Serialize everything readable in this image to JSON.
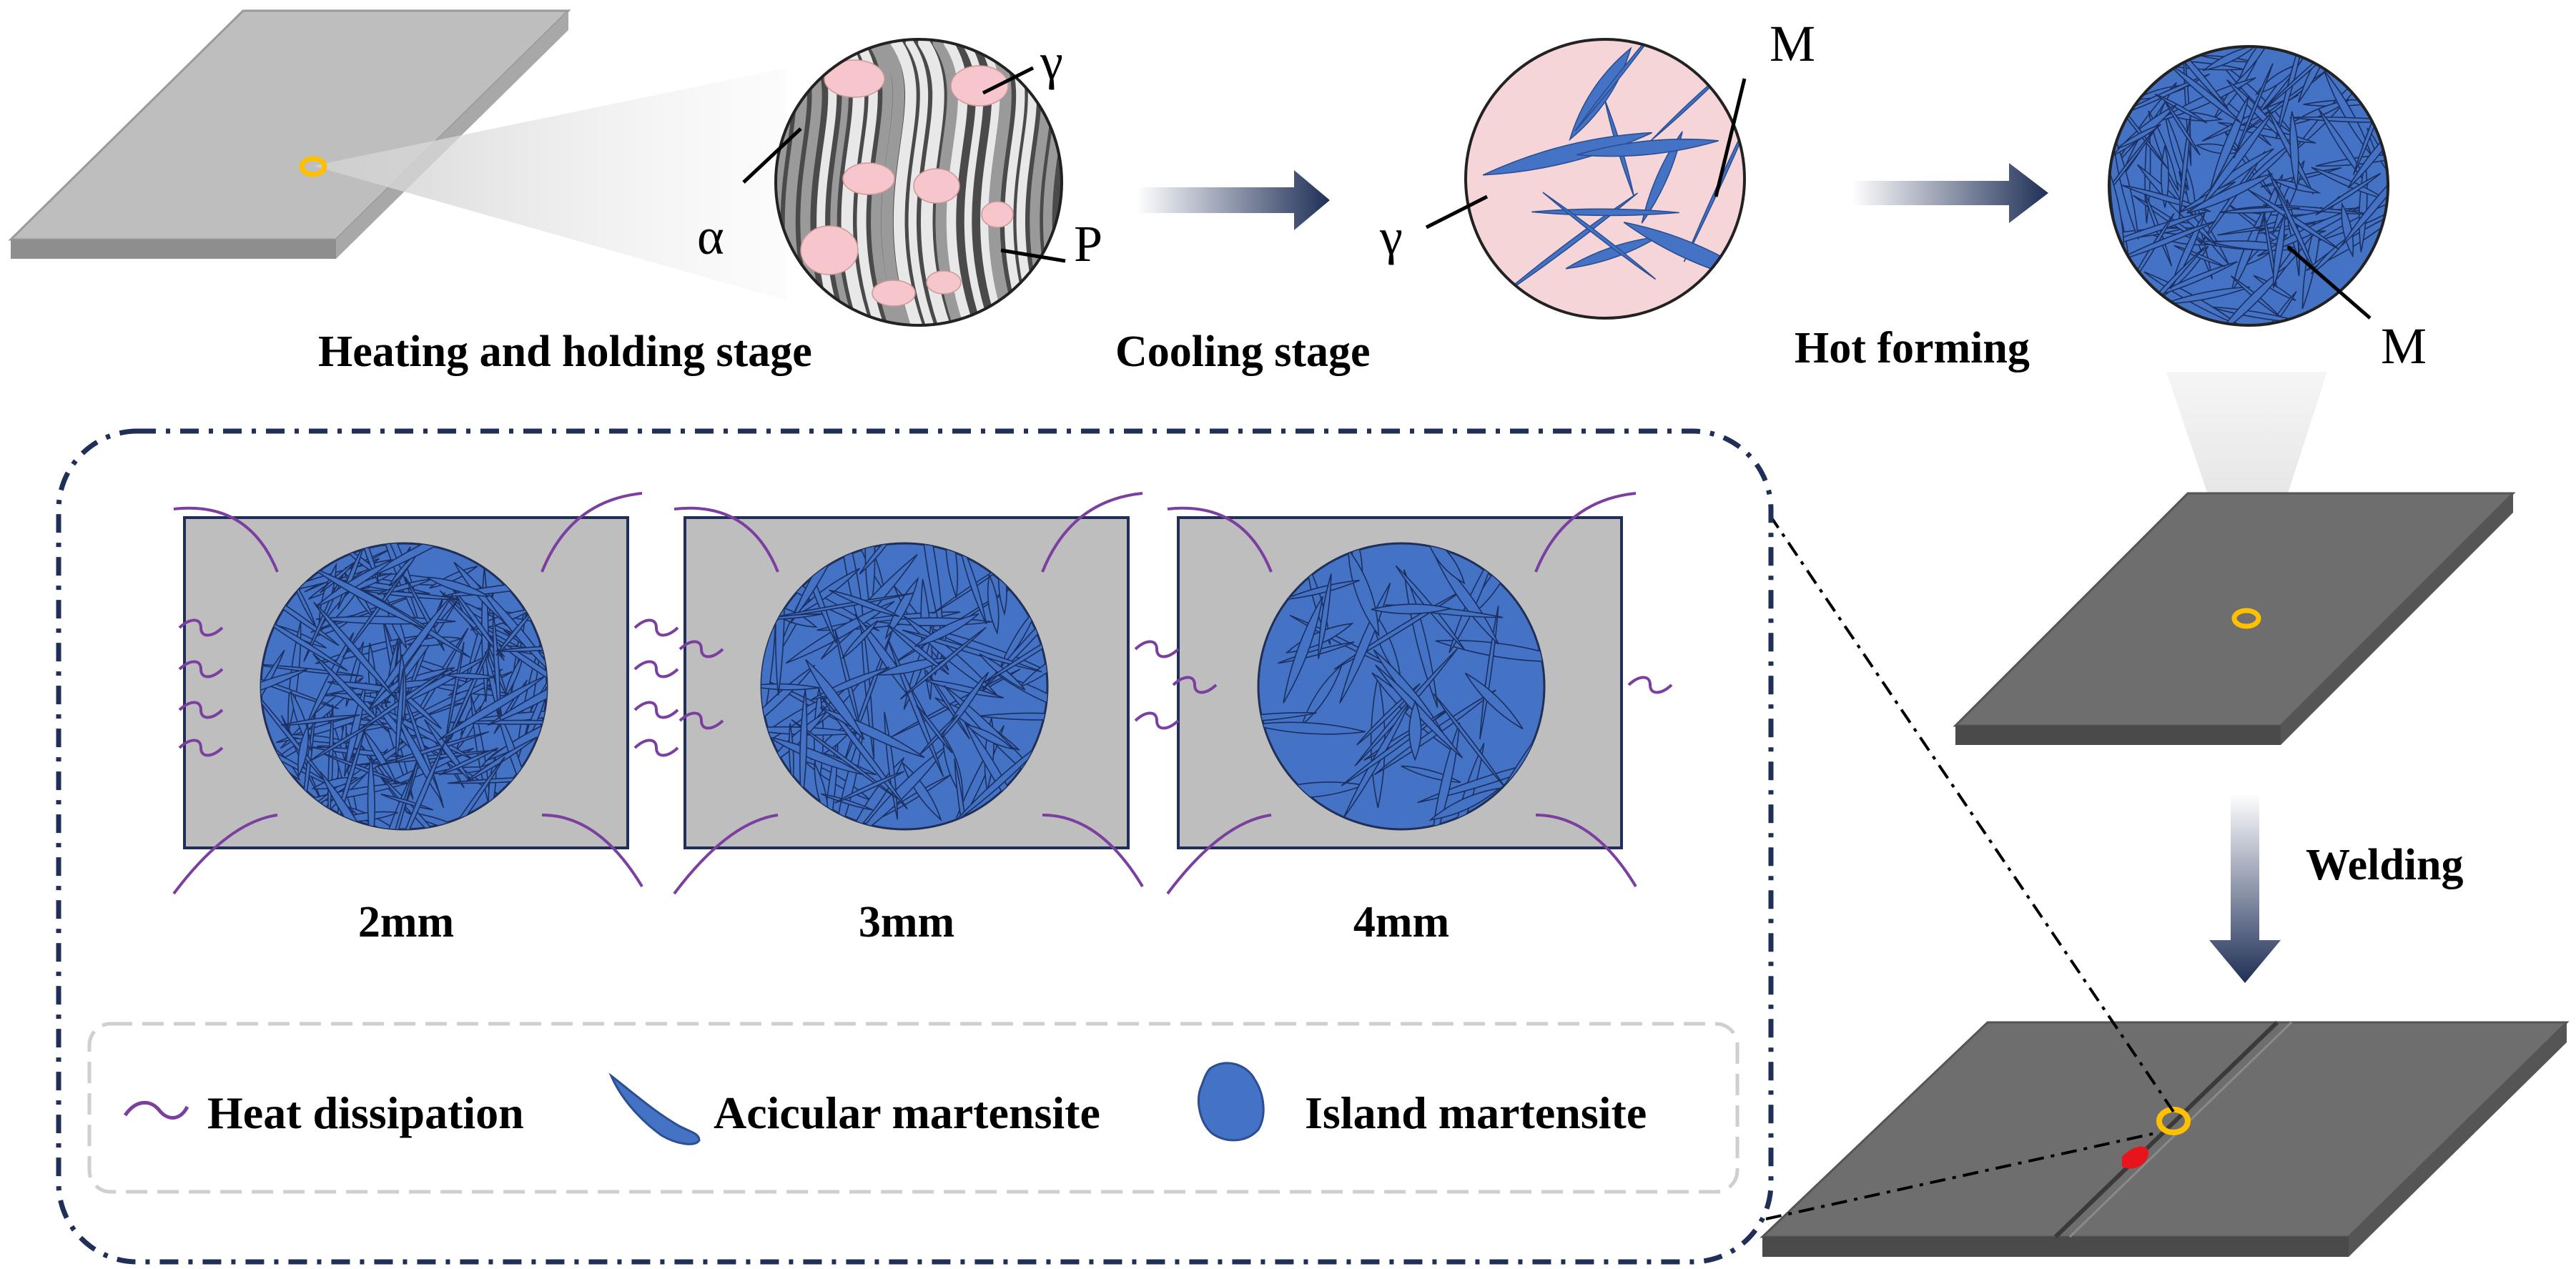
{
  "stages": {
    "heating": "Heating and holding stage",
    "cooling": "Cooling stage",
    "hot_forming": "Hot forming",
    "welding": "Welding"
  },
  "phase_labels": {
    "alpha": "α",
    "gamma_1": "γ",
    "pearlite": "P",
    "gamma_2": "γ",
    "martensite_1": "M",
    "martensite_2": "M"
  },
  "thickness_panels": [
    {
      "label": "2mm"
    },
    {
      "label": "3mm"
    },
    {
      "label": "4mm"
    }
  ],
  "legend": {
    "heat_dissipation": "Heat dissipation",
    "acicular_martensite": "Acicular martensite",
    "island_martensite": "Island martensite"
  },
  "colors": {
    "martensite_blue": "#4472C4",
    "austenite_pink": "#F6D5D8",
    "plate_light": "#BEBEBE",
    "plate_dark": "#6E6E6E",
    "navy_dashes": "#1F2F57",
    "heat_wave": "#7B3FA0",
    "weld_spot": "#FFC000",
    "weld_red": "#E8141C"
  }
}
